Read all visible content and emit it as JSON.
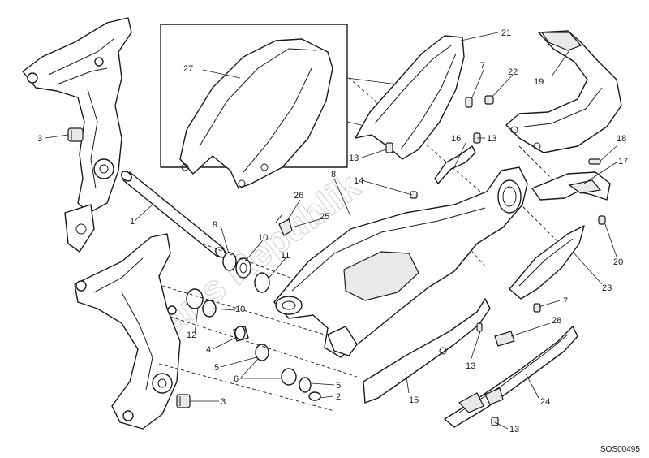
{
  "diagram": {
    "drawing_code": "SOS00495",
    "watermark": "Parts Republik",
    "callouts": [
      {
        "label": "1"
      },
      {
        "label": "2"
      },
      {
        "label": "3"
      },
      {
        "label": "3"
      },
      {
        "label": "4"
      },
      {
        "label": "5"
      },
      {
        "label": "5"
      },
      {
        "label": "6"
      },
      {
        "label": "7"
      },
      {
        "label": "7"
      },
      {
        "label": "8"
      },
      {
        "label": "9"
      },
      {
        "label": "10"
      },
      {
        "label": "10"
      },
      {
        "label": "11"
      },
      {
        "label": "12"
      },
      {
        "label": "13"
      },
      {
        "label": "13"
      },
      {
        "label": "13"
      },
      {
        "label": "13"
      },
      {
        "label": "14"
      },
      {
        "label": "15"
      },
      {
        "label": "16"
      },
      {
        "label": "17"
      },
      {
        "label": "18"
      },
      {
        "label": "19"
      },
      {
        "label": "20"
      },
      {
        "label": "21"
      },
      {
        "label": "22"
      },
      {
        "label": "23"
      },
      {
        "label": "24"
      },
      {
        "label": "25"
      },
      {
        "label": "26"
      },
      {
        "label": "27"
      },
      {
        "label": "28"
      }
    ]
  }
}
